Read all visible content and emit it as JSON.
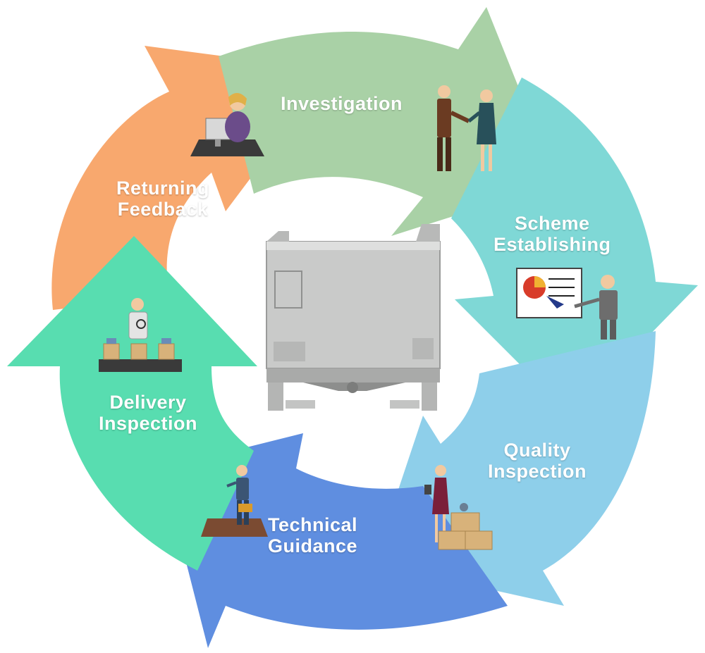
{
  "steps": [
    {
      "id": "investigation",
      "lines": [
        "Investigation"
      ],
      "color": "#a9d1a6",
      "icon": "handshake-icon"
    },
    {
      "id": "scheme",
      "lines": [
        "Scheme",
        "Establishing"
      ],
      "color": "#7fd8d6",
      "icon": "presentation-icon"
    },
    {
      "id": "quality",
      "lines": [
        "Quality",
        "Inspection"
      ],
      "color": "#8ecfea",
      "icon": "inspector-boxes-icon"
    },
    {
      "id": "technical",
      "lines": [
        "Technical",
        "Guidance"
      ],
      "color": "#5f8ee0",
      "icon": "worker-icon"
    },
    {
      "id": "delivery",
      "lines": [
        "Delivery",
        "Inspection"
      ],
      "color": "#58ddb0",
      "icon": "conveyor-inspection-icon"
    },
    {
      "id": "feedback",
      "lines": [
        "Returning",
        "Feedback"
      ],
      "color": "#f8a86e",
      "icon": "operator-computer-icon"
    }
  ],
  "center": {
    "icon": "stainless-tote-tank-image"
  }
}
